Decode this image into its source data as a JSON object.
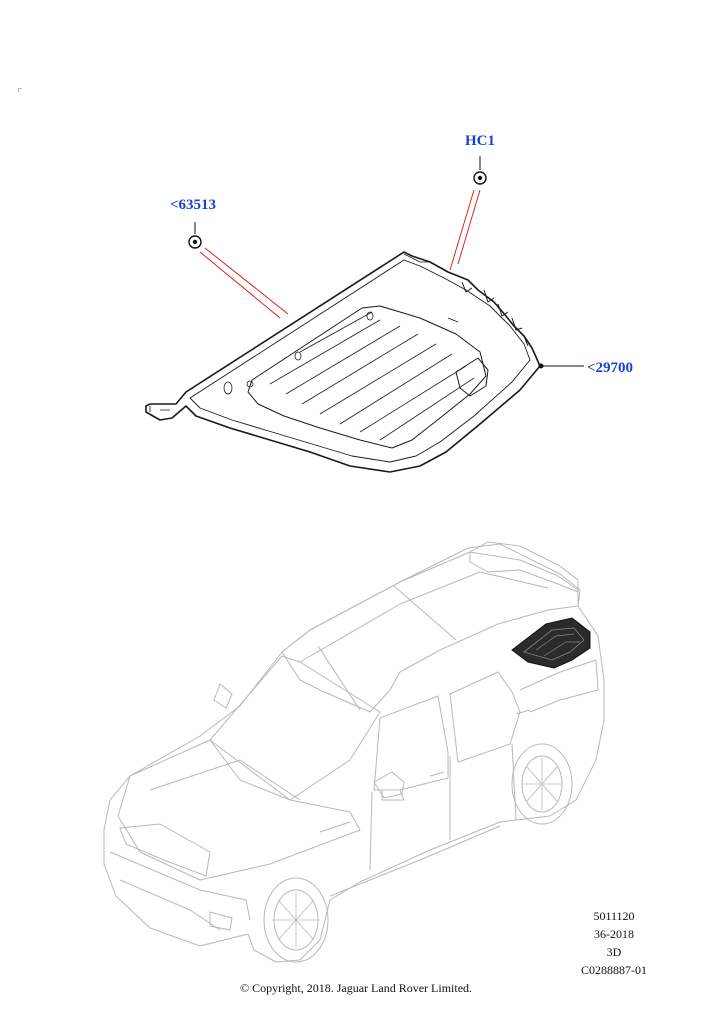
{
  "callouts": {
    "hc1": "HC1",
    "clip": "<63513",
    "panel": "<29700"
  },
  "drawing_info": {
    "line1": "5011120",
    "line2": "36-2018",
    "line3": "3D",
    "line4": "C0288887-01"
  },
  "copyright": "© Copyright, 2018. Jaguar Land Rover Limited.",
  "colors": {
    "callout_text": "#1a3fd6",
    "leader_line": "#e01010",
    "line_art": "#1a1a1a",
    "car_outline": "#b8b8b8",
    "highlight_part": "#222222"
  }
}
